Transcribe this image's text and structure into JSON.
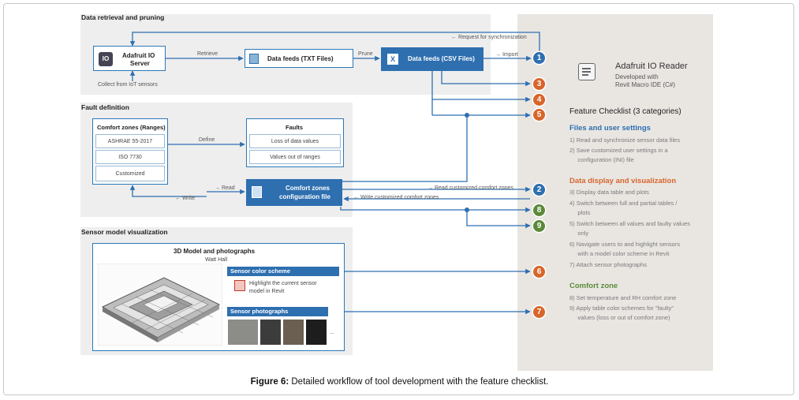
{
  "sections": {
    "retrieval": "Data retrieval and pruning",
    "fault": "Fault definition",
    "sensor": "Sensor model visualization"
  },
  "nodes": {
    "adafruit_line1": "Adafruit IO",
    "adafruit_line2": "Server",
    "txt_feeds": "Data feeds (TXT Files)",
    "csv_feeds": "Data feeds (CSV Files)",
    "comfort_title": "Comfort zones (Ranges)",
    "comfort_items": [
      "ASHRAE 55-2017",
      "ISO 7730",
      "Customized"
    ],
    "faults_title": "Faults",
    "faults_items": [
      "Loss of data values",
      "Values out of ranges"
    ],
    "config_line1": "Comfort zones",
    "config_line2": "configuration file",
    "model_title": "3D Model and photographs",
    "model_sub": "Watt Hall",
    "color_scheme": "Sensor color scheme",
    "highlight_line1": "Highlight the current sensor",
    "highlight_line2": "model in Revit",
    "photos": "Sensor photographs",
    "ellipsis": "..."
  },
  "edge_labels": {
    "request_sync": "← Request for synchronization",
    "retrieve": "Retrieve",
    "prune": "Prune",
    "import": "→ Import",
    "collect": "Collect from IoT sensors",
    "define": "Define",
    "read": "→ Read",
    "write": "← Write",
    "read_custom": "→ Read customized comfort zones",
    "write_custom": "← Write customized comfort zones"
  },
  "markers": [
    "1",
    "3",
    "4",
    "5",
    "2",
    "8",
    "9",
    "6",
    "7"
  ],
  "checklist": {
    "app_title": "Adafruit IO Reader",
    "app_sub1": "Developed with",
    "app_sub2": "Revit Macro IDE (C#)",
    "heading": "Feature Checklist (3 categories)",
    "cat1": "Files and user settings",
    "cat1_items": [
      "1)  Read and synchronize sensor data files",
      "2)  Save customized user settings in a",
      "     configuration (INI) file"
    ],
    "cat2": "Data display and visualization",
    "cat2_items": [
      "3)  Display data table and plots",
      "4)  Switch between full and partial tables /",
      "     plots",
      "5)  Switch between all values and faulty values",
      "     only",
      "6)  Navigate users to and highlight sensors",
      "     with a model color scheme in Revit",
      "7)  Attach sensor photographs"
    ],
    "cat3": "Comfort zone",
    "cat3_items": [
      "8)  Set temperature and RH comfort zone",
      "9)  Apply table color schemes for \"faulty\"",
      "     values (loss or out of comfort zone)"
    ]
  },
  "caption": {
    "label": "Figure 6:",
    "text": " Detailed workflow of tool development with the feature checklist."
  },
  "colors": {
    "blue": "#2e6fb0",
    "orange": "#d8652a",
    "green": "#5a8a3a",
    "panel": "#eeeeee"
  }
}
